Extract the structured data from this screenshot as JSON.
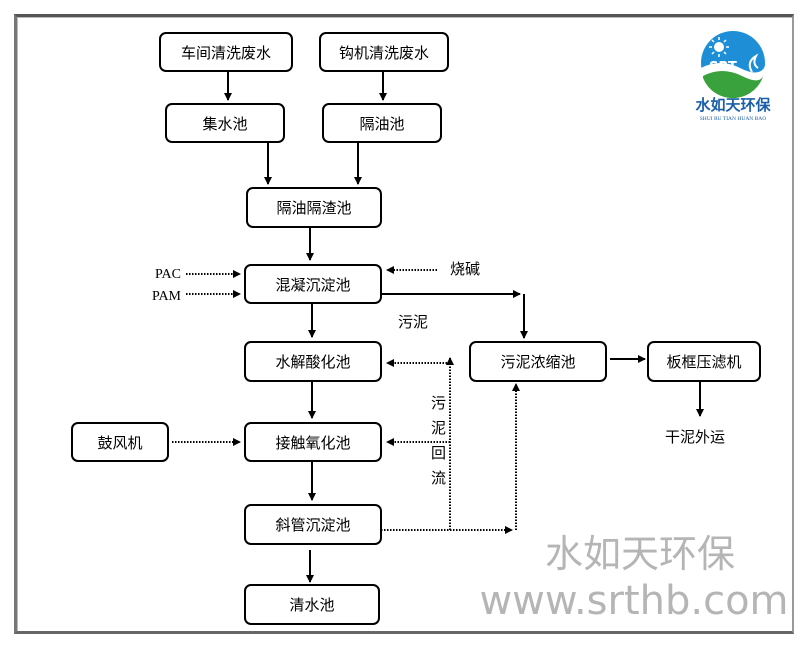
{
  "diagram": {
    "nodes": {
      "workshop_wastewater": "车间清洗废水",
      "hook_wastewater": "钩机清洗废水",
      "collection_tank": "集水池",
      "oil_separation_tank": "隔油池",
      "oil_slag_separation_tank": "隔油隔渣池",
      "coagulation_sedimentation_tank": "混凝沉淀池",
      "hydrolysis_acidification_tank": "水解酸化池",
      "contact_oxidation_tank": "接触氧化池",
      "inclined_tube_sedimentation_tank": "斜管沉淀池",
      "clear_water_tank": "清水池",
      "blower": "鼓风机",
      "sludge_thickening_tank": "污泥浓缩池",
      "plate_frame_filter_press": "板框压滤机"
    },
    "labels": {
      "pac": "PAC",
      "pam": "PAM",
      "caustic_soda": "烧碱",
      "sludge": "污泥",
      "sludge_return": [
        "污",
        "泥",
        "回",
        "流"
      ],
      "dry_sludge_out": "干泥外运"
    }
  },
  "logo": {
    "abbr": "SRT",
    "name": "水如天环保",
    "pinyin": "SHUI RU TIAN HUAN BAO",
    "colors": {
      "blue": "#1e8fd6",
      "green": "#3aa23c",
      "name": "#1a5fa8"
    }
  },
  "watermark": {
    "name": "水如天环保",
    "url": "www.srthb.com"
  }
}
